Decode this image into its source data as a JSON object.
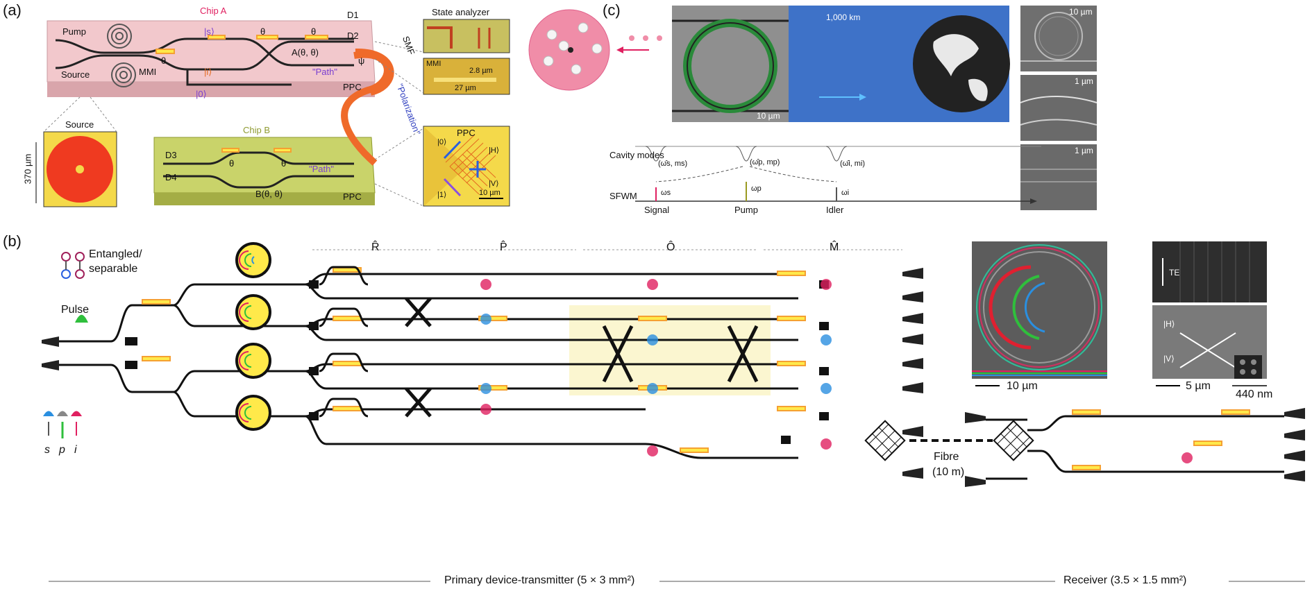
{
  "panels": {
    "a": "(a)",
    "b": "(b)",
    "c": "(c)"
  },
  "panel_a": {
    "chip_a": "Chip A",
    "chip_b": "Chip B",
    "pump": "Pump",
    "source": "Source",
    "mmi": "MMI",
    "d1": "D1",
    "d2": "D2",
    "d3": "D3",
    "d4": "D4",
    "ppc": "PPC",
    "ppc2": "PPC",
    "path": "\"Path\"",
    "path2": "\"Path\"",
    "smf": "SMF",
    "polarization": "\"Polarization\"",
    "theta_xy": "θ",
    "theta_az": "θ",
    "theta_ay": "θ",
    "theta_bz": "θ",
    "theta_by": "θ",
    "a_func": "A(θ, θ)",
    "b_func": "B(θ, θ)",
    "ket_s": "|s⟩",
    "ket_i": "|i⟩",
    "ket_0": "|0⟩",
    "phi": "ψ",
    "state_analyzer": "State analyzer",
    "mmi_inset": "MMI",
    "dim_28": "2.8 µm",
    "dim_27": "27 µm",
    "source_inset": "Source",
    "dim_370": "370 µm",
    "ppc_inset": "PPC",
    "ket_0_ppc": "|0⟩",
    "ket_1_ppc": "|1⟩",
    "ket_h_ppc": "|H⟩",
    "ket_v_ppc": "|V⟩",
    "dim_10_ppc": "10 µm"
  },
  "panel_b": {
    "entangled": "Entangled/",
    "separable": "separable",
    "pulse": "Pulse",
    "s": "s",
    "p": "p",
    "i": "i",
    "r_hat": "R̂",
    "p_hat": "P̂",
    "o_hat": "Ô",
    "m_hat": "M̂",
    "fibre": "Fibre",
    "fibre_len": "(10 m)",
    "transmitter": "Primary device-transmitter (5 × 3 mm²)",
    "receiver": "Receiver (3.5 × 1.5 mm²)",
    "ring_scale": "10 µm",
    "te": "TE",
    "ket_h": "|H⟩",
    "ket_v": "|V⟩",
    "scale_5": "5 µm",
    "scale_440": "440 nm"
  },
  "panel_c": {
    "scale_10_ring": "10 µm",
    "scale_1000km": "1,000 km",
    "cavity_modes": "Cavity modes",
    "sfwm": "SFWM",
    "mode_s": "(ω̂s, ms)",
    "mode_p": "(ω̂p, mp)",
    "mode_i": "(ω̂i, mi)",
    "omega_s": "ωs",
    "omega_p": "ωp",
    "omega_i": "ωi",
    "signal": "Signal",
    "pump": "Pump",
    "idler": "Idler",
    "sem_10": "10 µm",
    "sem_1a": "1 µm",
    "sem_1b": "1 µm"
  },
  "colors": {
    "chip_a": "#f2c8cc",
    "chip_b": "#c9d36a",
    "coil": "#ef4b2a",
    "yellow": "#ffe94a",
    "orange": "#f5a032",
    "pink": "#ea2d72",
    "blue": "#2a8fe0",
    "green": "#2fbf3c",
    "ppc_bg": "#f4d94a",
    "sem": "#6f6f6f",
    "pale_yellow": "#fbf6d0"
  }
}
